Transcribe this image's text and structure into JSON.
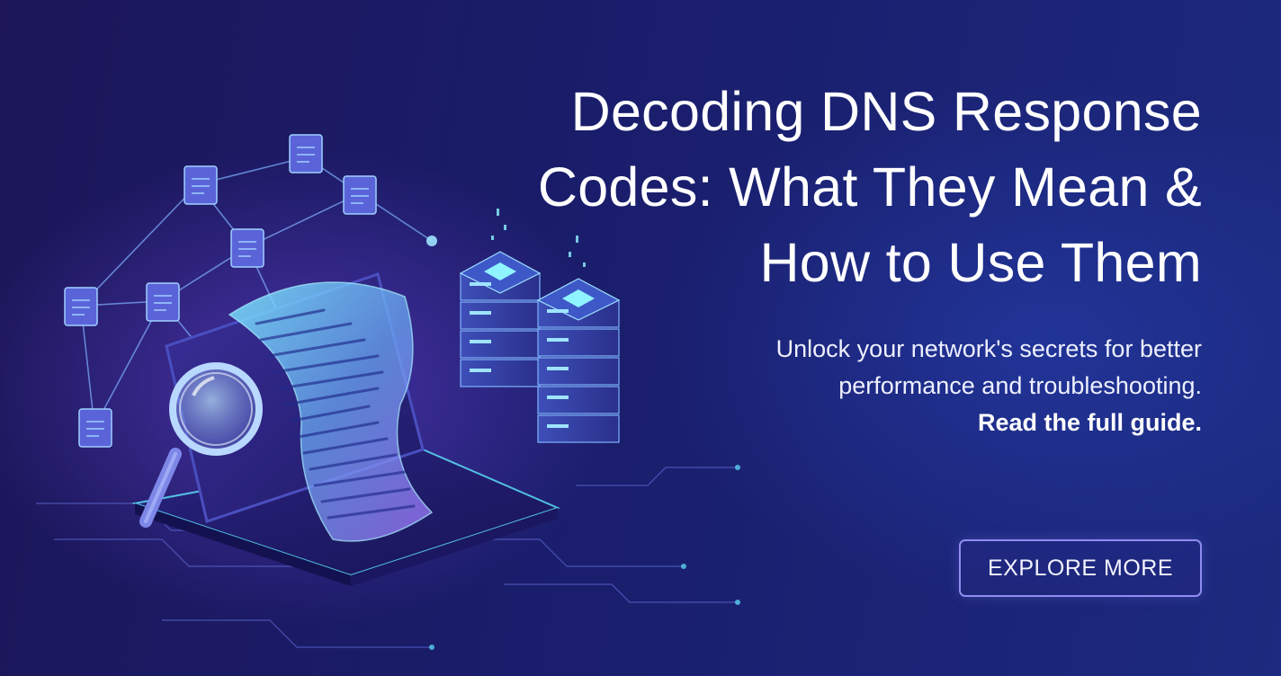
{
  "headline": {
    "line1": "Decoding DNS Response",
    "line2": "Codes: What They Mean &",
    "line3": "How to Use Them"
  },
  "subtext": {
    "line1": "Unlock your network's secrets for better",
    "line2": "performance and troubleshooting.",
    "emphasis": "Read the full guide."
  },
  "cta": {
    "label": "EXPLORE MORE"
  },
  "colors": {
    "background_dark": "#1c1659",
    "background_light": "#1c2a7f",
    "accent_cyan": "#5fe8ff",
    "accent_purple": "#8f8cf0"
  }
}
